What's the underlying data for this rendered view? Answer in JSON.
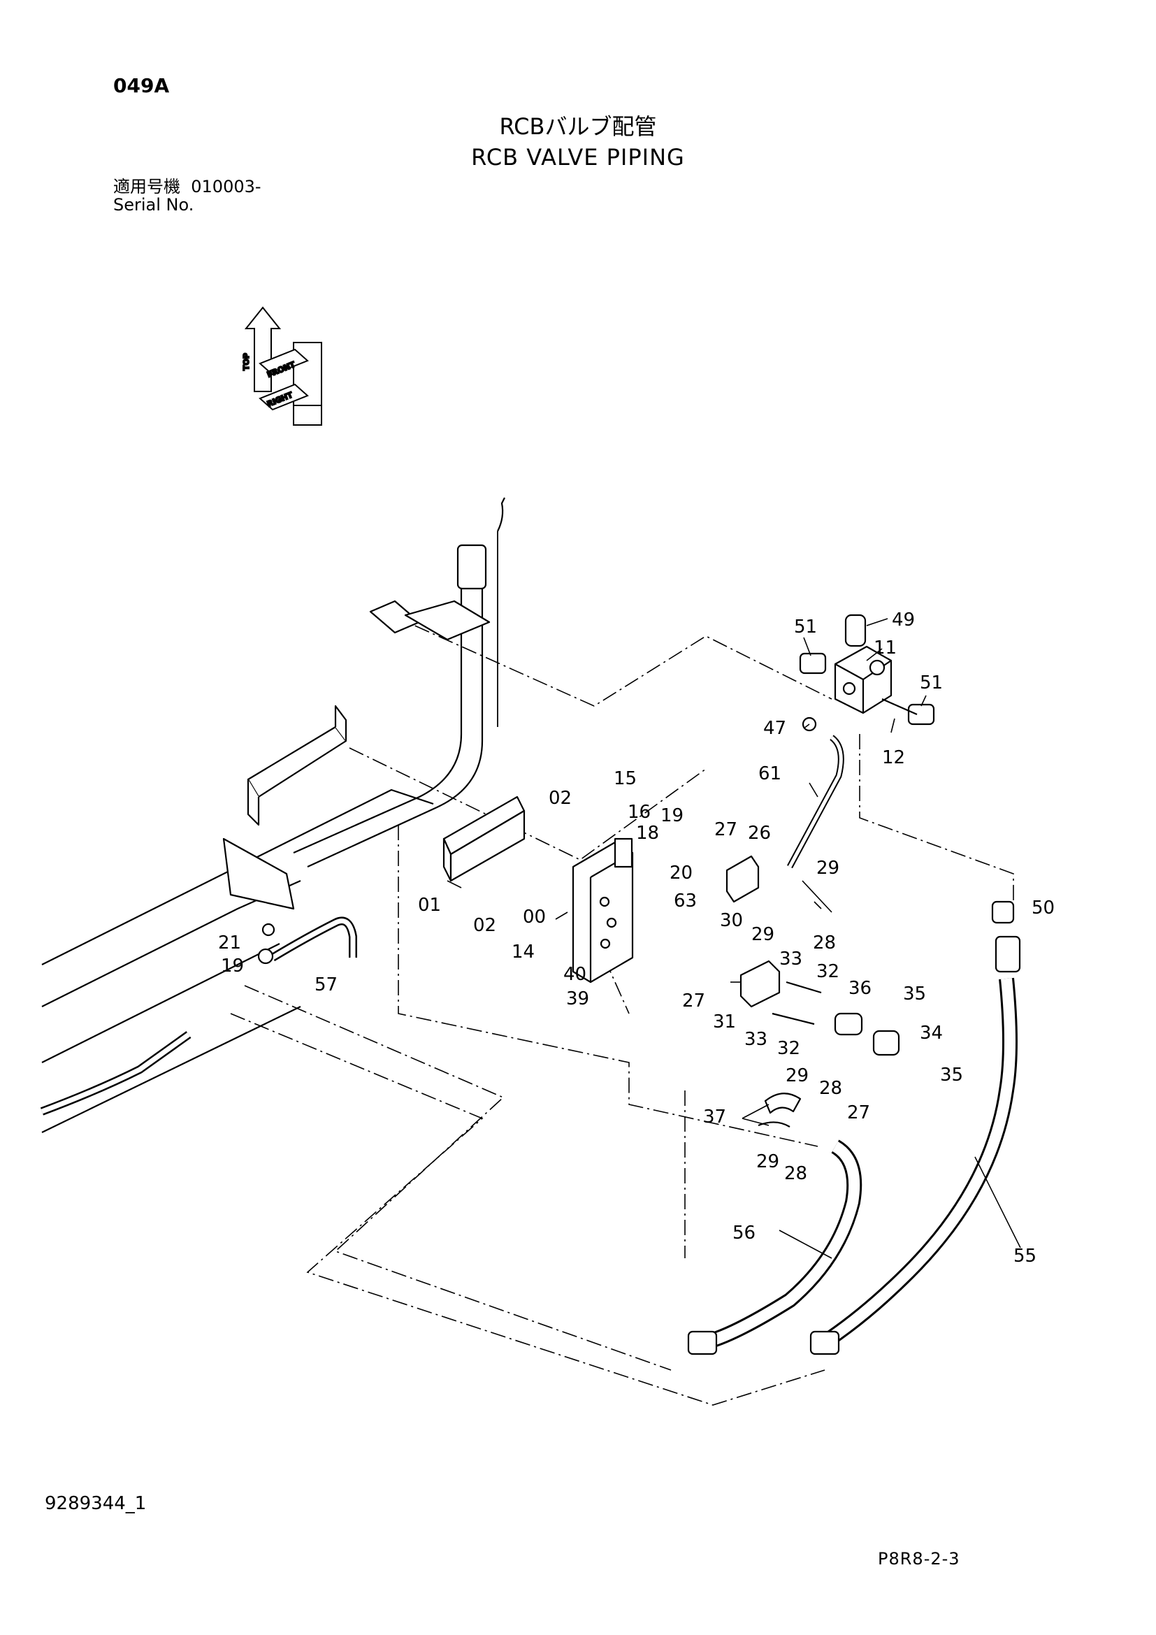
{
  "header": {
    "page_code": "049A",
    "title_jp": "RCBバルブ配管",
    "title_en": "RCB VALVE PIPING",
    "serial_label_jp": "適用号機",
    "serial_number": "010003-",
    "serial_label_en": "Serial No."
  },
  "orientation": {
    "top": "TOP",
    "front": "FRONT",
    "right": "RIGHT"
  },
  "callouts": [
    {
      "id": "c49",
      "label": "49"
    },
    {
      "id": "c51a",
      "label": "51"
    },
    {
      "id": "c11",
      "label": "11"
    },
    {
      "id": "c51b",
      "label": "51"
    },
    {
      "id": "c47",
      "label": "47"
    },
    {
      "id": "c12",
      "label": "12"
    },
    {
      "id": "c61",
      "label": "61"
    },
    {
      "id": "c15",
      "label": "15"
    },
    {
      "id": "c02a",
      "label": "02"
    },
    {
      "id": "c16",
      "label": "16"
    },
    {
      "id": "c19a",
      "label": "19"
    },
    {
      "id": "c18",
      "label": "18"
    },
    {
      "id": "c27a",
      "label": "27"
    },
    {
      "id": "c26",
      "label": "26"
    },
    {
      "id": "c29a",
      "label": "29"
    },
    {
      "id": "c20",
      "label": "20"
    },
    {
      "id": "c63",
      "label": "63"
    },
    {
      "id": "c01",
      "label": "01"
    },
    {
      "id": "c02b",
      "label": "02"
    },
    {
      "id": "c00",
      "label": "00"
    },
    {
      "id": "c30",
      "label": "30"
    },
    {
      "id": "c29b",
      "label": "29"
    },
    {
      "id": "c28a",
      "label": "28"
    },
    {
      "id": "c50",
      "label": "50"
    },
    {
      "id": "c21",
      "label": "21"
    },
    {
      "id": "c19b",
      "label": "19"
    },
    {
      "id": "c57",
      "label": "57"
    },
    {
      "id": "c14",
      "label": "14"
    },
    {
      "id": "c40",
      "label": "40"
    },
    {
      "id": "c39",
      "label": "39"
    },
    {
      "id": "c33a",
      "label": "33"
    },
    {
      "id": "c32a",
      "label": "32"
    },
    {
      "id": "c27b",
      "label": "27"
    },
    {
      "id": "c31",
      "label": "31"
    },
    {
      "id": "c36",
      "label": "36"
    },
    {
      "id": "c35a",
      "label": "35"
    },
    {
      "id": "c33b",
      "label": "33"
    },
    {
      "id": "c32b",
      "label": "32"
    },
    {
      "id": "c34",
      "label": "34"
    },
    {
      "id": "c35b",
      "label": "35"
    },
    {
      "id": "c29c",
      "label": "29"
    },
    {
      "id": "c28b",
      "label": "28"
    },
    {
      "id": "c27c",
      "label": "27"
    },
    {
      "id": "c37",
      "label": "37"
    },
    {
      "id": "c29d",
      "label": "29"
    },
    {
      "id": "c28c",
      "label": "28"
    },
    {
      "id": "c56",
      "label": "56"
    },
    {
      "id": "c55",
      "label": "55"
    }
  ],
  "footer": {
    "doc_id": "9289344_1",
    "sheet_code": "P8R8-2-3"
  }
}
